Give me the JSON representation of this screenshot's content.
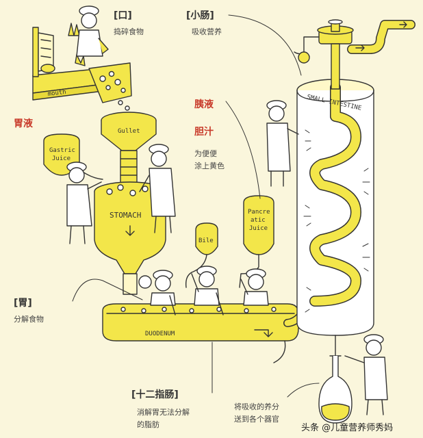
{
  "labels": {
    "mouth_title": "[口]",
    "mouth_desc": "捣碎食物",
    "small_intestine_title": "[小肠]",
    "small_intestine_desc": "吸收营养",
    "gastric_fluid": "胃液",
    "pancreatic_fluid": "胰液",
    "bile": "胆汁",
    "bile_desc_1": "为便便",
    "bile_desc_2": "涂上黄色",
    "stomach_title": "[胃]",
    "stomach_desc": "分解食物",
    "duodenum_title": "[十二指肠]",
    "duodenum_desc_1": "消解胃无法分解",
    "duodenum_desc_2": "的脂肪",
    "deliver_desc_1": "将吸收的养分",
    "deliver_desc_2": "送到各个器官"
  },
  "art_text": {
    "mouth": "mouth",
    "gullet": "Gullet",
    "gastric_juice_1": "Gastric",
    "gastric_juice_2": "Juice",
    "stomach": "STOMACH",
    "bile": "Bile",
    "pancreatic_1": "Pancre",
    "pancreatic_2": "atic",
    "pancreatic_3": "Juice",
    "duodenum": "DUODENUM",
    "small_intestine": "SMALL INTESTINE"
  },
  "watermark": "头条 @儿童营养师秀妈",
  "colors": {
    "background": "#faf6dc",
    "yellow": "#f3e64a",
    "line": "#333333",
    "accent_red": "#c83a2a"
  }
}
